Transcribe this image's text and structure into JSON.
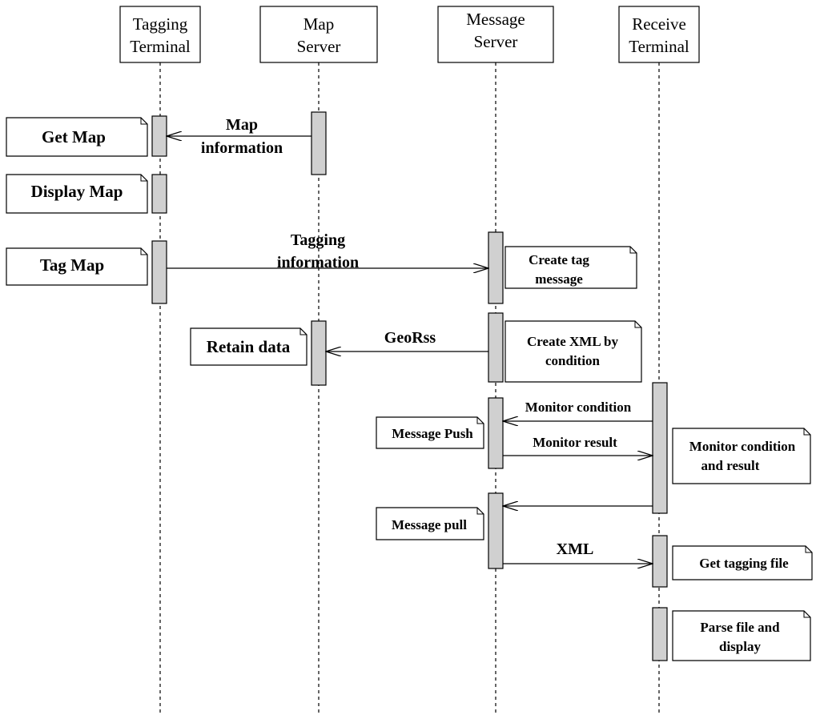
{
  "lifelines": [
    {
      "id": "tagging",
      "label": [
        "Tagging",
        "Terminal"
      ]
    },
    {
      "id": "mapserver",
      "label": [
        "Map",
        "Server"
      ]
    },
    {
      "id": "msgserver",
      "label": [
        "Message",
        "Server"
      ]
    },
    {
      "id": "receive",
      "label": [
        "Receive",
        "Terminal"
      ]
    }
  ],
  "notes": {
    "get_map": "Get Map",
    "display_map": "Display Map",
    "tag_map": "Tag Map",
    "create_tag_message": [
      "Create tag",
      "message"
    ],
    "retain_data": "Retain data",
    "create_xml": [
      "Create XML by",
      "condition"
    ],
    "message_push": "Message Push",
    "monitor_condition_result": [
      "Monitor condition",
      "and result"
    ],
    "message_pull": "Message pull",
    "get_tagging_file": "Get tagging file",
    "parse_file": [
      "Parse file and",
      "display"
    ]
  },
  "messages": {
    "map_information": [
      "Map",
      "information"
    ],
    "tagging_information": [
      "Tagging",
      "information"
    ],
    "georss": "GeoRss",
    "monitor_condition": "Monitor condition",
    "monitor_result": "Monitor result",
    "xml": "XML"
  },
  "colors": {
    "line": "#000000",
    "activation_fill": "#d0d0d0",
    "background": "#ffffff"
  }
}
